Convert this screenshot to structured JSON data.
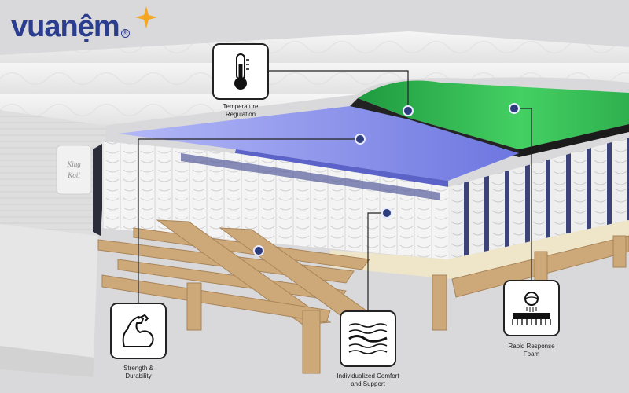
{
  "brand": {
    "logo_text": "vuanệm",
    "registered_mark": "®",
    "colors": {
      "primary": "#2a3d8f",
      "star": "#f5a623"
    }
  },
  "mattress": {
    "label_text": "King Koil",
    "colors": {
      "quilted_top": "#eeeeee",
      "side_panel": "#dcdcdc",
      "green_foam": "#3fc25a",
      "blue_foam": "#7f86e6",
      "coils": "#f3f3f3",
      "wood": "#c9a877"
    }
  },
  "features": [
    {
      "id": "temperature",
      "label": "Temperature\nRegulation",
      "icon": "thermometer-icon"
    },
    {
      "id": "strength",
      "label": "Strength &\nDurability",
      "icon": "flexed-arm-icon"
    },
    {
      "id": "comfort",
      "label": "Individualized Comfort\nand Support",
      "icon": "layered-waves-icon"
    },
    {
      "id": "rapid",
      "label": "Rapid Response\nFoam",
      "icon": "pressure-ball-icon"
    }
  ]
}
